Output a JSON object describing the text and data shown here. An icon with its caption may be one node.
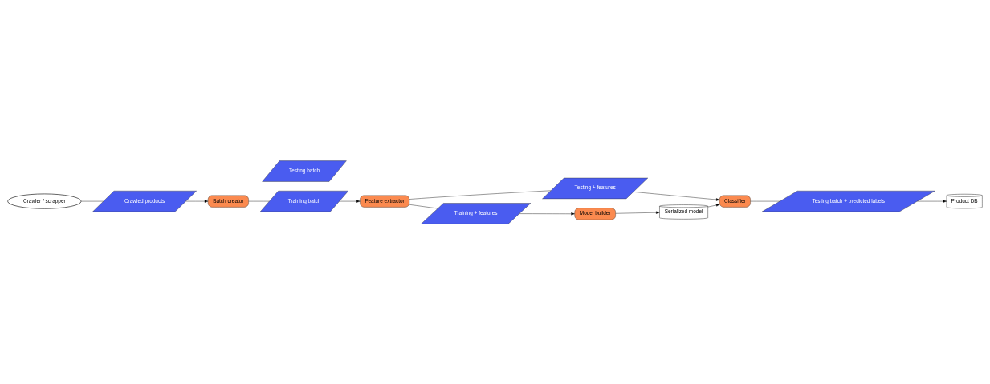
{
  "diagram": {
    "nodes": [
      {
        "text": [
          "Crawler / scrapper"
        ]
      },
      {
        "text": [
          "Crawled products"
        ]
      },
      {
        "text": [
          "Batch creator"
        ]
      },
      {
        "text": [
          "Training batch"
        ]
      },
      {
        "text": [
          "Testing batch"
        ]
      },
      {
        "text": [
          "Feature extractor"
        ]
      },
      {
        "text": [
          "Testing + features"
        ]
      },
      {
        "text": [
          "Training + features"
        ]
      },
      {
        "text": [
          "Product DB"
        ]
      },
      {
        "text": [
          "Testing batch + predicted labels"
        ]
      },
      {
        "text": [
          "Classifier"
        ]
      },
      {
        "text": [
          "Model builder"
        ]
      },
      {
        "text": [
          "Serialized model"
        ]
      }
    ],
    "edges": [
      {
        "from": 0,
        "to": 1,
        "arrow": "none"
      },
      {
        "from": 1,
        "to": 2,
        "arrow": "to"
      },
      {
        "from": 2,
        "to": 3,
        "arrow": "none"
      },
      {
        "from": 3,
        "to": 5,
        "arrow": "to"
      },
      {
        "from": 5,
        "to": 6,
        "arrow": "none"
      },
      {
        "from": 6,
        "to": 10,
        "arrow": "to"
      },
      {
        "from": 5,
        "to": 7,
        "arrow": "none"
      },
      {
        "from": 7,
        "to": 11,
        "arrow": "to"
      },
      {
        "from": 11,
        "to": 12,
        "arrow": "to"
      },
      {
        "from": 12,
        "to": 10,
        "arrow": "to"
      },
      {
        "from": 10,
        "to": 9,
        "arrow": "none"
      },
      {
        "from": 9,
        "to": 8,
        "arrow": "to"
      }
    ]
  }
}
